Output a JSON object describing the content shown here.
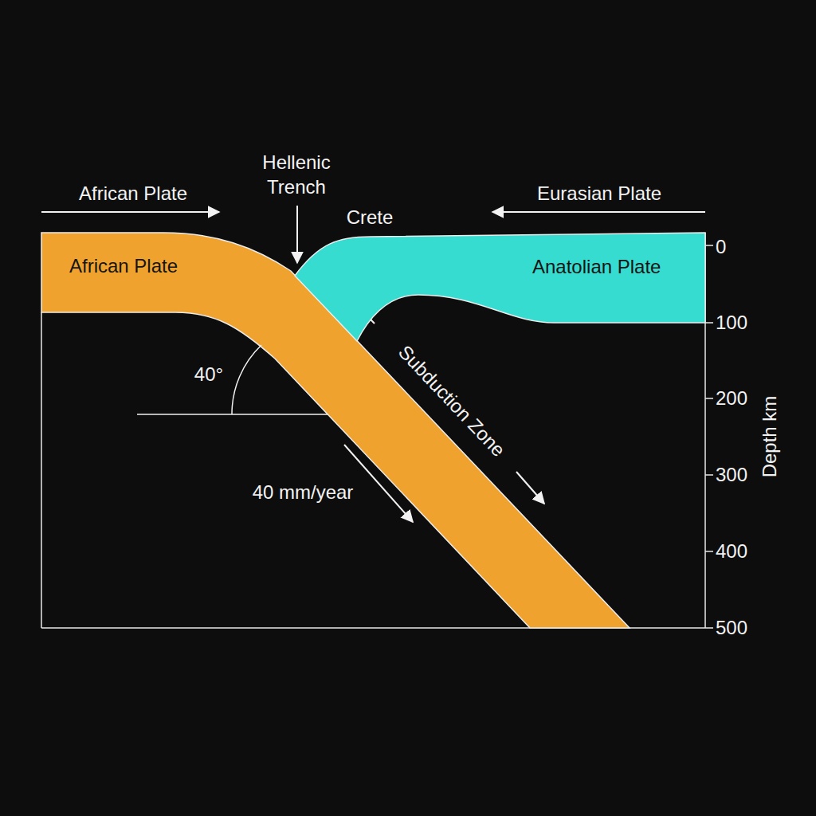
{
  "diagram": {
    "nodes": [
      {
        "text": [
          "African Plate"
        ]
      },
      {
        "text": [
          "Anatolian Plate"
        ]
      }
    ],
    "labels": [
      "African Plate",
      "Hellenic Trench",
      "Crete",
      "Eurasian Plate",
      "Subduction Zone",
      "40°",
      "40 mm/year",
      "0",
      "100",
      "200",
      "300",
      "400",
      "500",
      "Depth km"
    ]
  }
}
